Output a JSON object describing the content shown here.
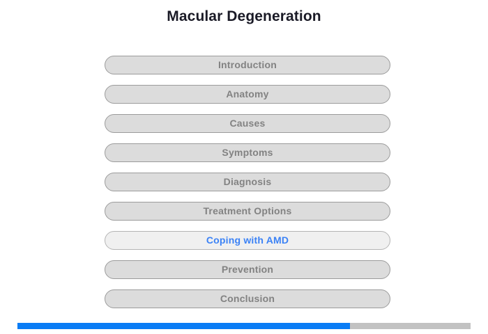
{
  "header": {
    "title": "Macular Degeneration"
  },
  "nav": {
    "items": [
      {
        "label": "Introduction",
        "active": false
      },
      {
        "label": "Anatomy",
        "active": false
      },
      {
        "label": "Causes",
        "active": false
      },
      {
        "label": "Symptoms",
        "active": false
      },
      {
        "label": "Diagnosis",
        "active": false
      },
      {
        "label": "Treatment Options",
        "active": false
      },
      {
        "label": "Coping with AMD",
        "active": true
      },
      {
        "label": "Prevention",
        "active": false
      },
      {
        "label": "Conclusion",
        "active": false
      }
    ]
  },
  "progress": {
    "percent": 73.4,
    "fill_color": "#0a7cf5",
    "track_color": "#c2c2c2"
  },
  "colors": {
    "button_fill": "#dcdcdc",
    "button_border": "#9b9b9b",
    "button_text": "#828282",
    "active_fill": "#f0f0f0",
    "active_text": "#3b82f6",
    "title_text": "#1a1a26",
    "page_background": "#ffffff"
  }
}
